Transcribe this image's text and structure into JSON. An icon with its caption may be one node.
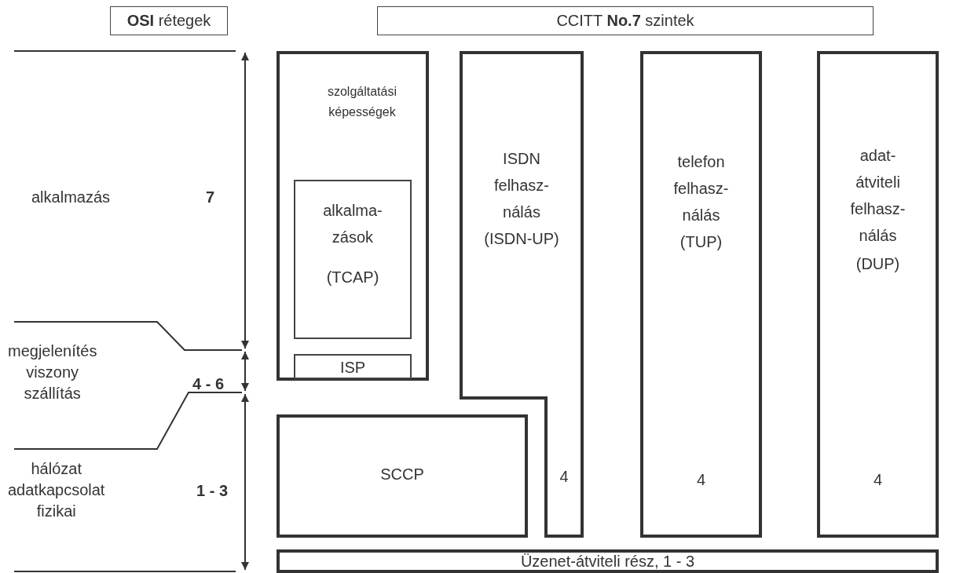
{
  "diagram": {
    "nodes": [
      {
        "text": [
          "**OSI** rétegek"
        ]
      },
      {
        "text": [
          "CCITT **No.7** szintek"
        ]
      },
      {
        "text": [
          "szolgáltatási képességek"
        ]
      },
      {
        "text": [
          "alkalma- zások",
          "(TCAP)"
        ],
        "in": 2
      },
      {
        "text": [
          "ISP"
        ],
        "in": 2
      },
      {
        "text": [
          "ISDN felhasz- nálás",
          "(ISDN-UP)",
          "4"
        ]
      },
      {
        "text": [
          "telefon felhasz- nálás",
          "(TUP)",
          "4"
        ]
      },
      {
        "text": [
          "adat- átviteli felhasz- nálás",
          "(DUP)",
          "4"
        ]
      },
      {
        "text": [
          "SCCP"
        ]
      },
      {
        "text": [
          "Üzenet-átviteli rész, 1 - 3"
        ]
      }
    ],
    "edges": [],
    "labels": [
      "alkalmazás",
      "7",
      "megjelenítés viszony szállítás",
      "4 - 6",
      "hálózat adatkapcsolat fizikai",
      "1 - 3"
    ]
  }
}
